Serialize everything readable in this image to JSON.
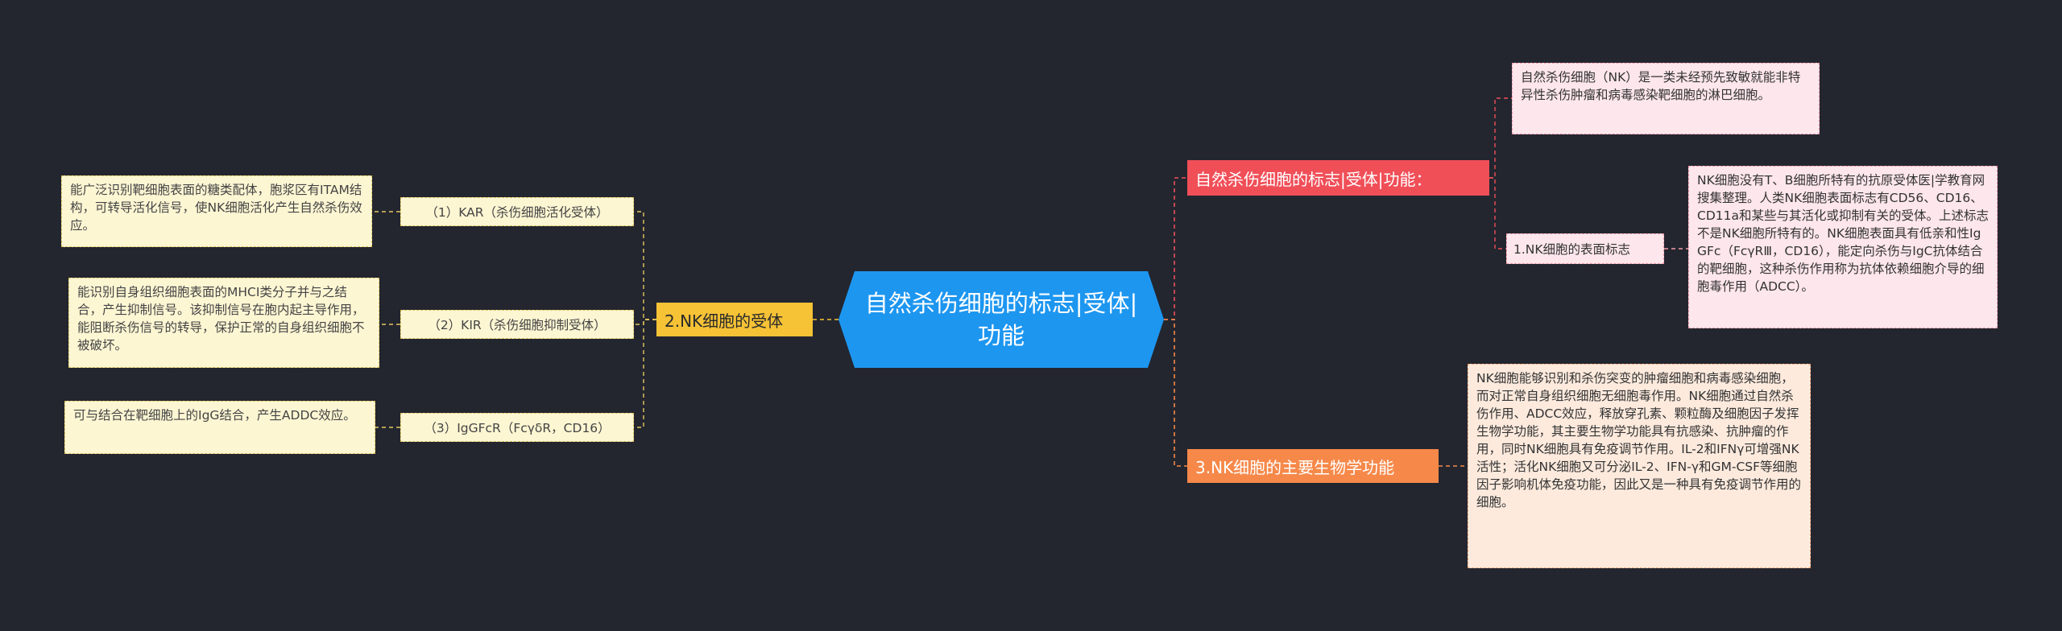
{
  "central": {
    "line1": "自然杀伤细胞的标志|受体|",
    "line2": "功能"
  },
  "branches": {
    "markers": "自然杀伤细胞的标志|受体|功能：",
    "receptors": "2.NK细胞的受体",
    "functions": "3.NK细胞的主要生物学功能"
  },
  "markers_children": {
    "definition": "自然杀伤细胞（NK）是一类未经预先致敏就能非特异性杀伤肿瘤和病毒感染靶细胞的淋巴细胞。",
    "surface_marker_label": "1.NK细胞的表面标志",
    "surface_marker_text": "NK细胞没有T、B细胞所特有的抗原受体医|学教育网搜集整理。人类NK细胞表面标志有CD56、CD16、CD11a和某些与其活化或抑制有关的受体。上述标志不是NK细胞所特有的。NK细胞表面具有低亲和性IgGFc（FcγRⅢ，CD16），能定向杀伤与IgC抗体结合的靶细胞，这种杀伤作用称为抗体依赖细胞介导的细胞毒作用（ADCC）。"
  },
  "functions_children": {
    "text": "NK细胞能够识别和杀伤突变的肿瘤细胞和病毒感染细胞，而对正常自身组织细胞无细胞毒作用。NK细胞通过自然杀伤作用、ADCC效应，释放穿孔素、颗粒酶及细胞因子发挥生物学功能，其主要生物学功能具有抗感染、抗肿瘤的作用，同时NK细胞具有免疫调节作用。IL-2和IFNγ可增强NK活性；活化NK细胞又可分泌IL-2、IFN-γ和GM-CSF等细胞因子影响机体免疫功能，因此又是一种具有免疫调节作用的细胞。"
  },
  "receptors_children": {
    "kar_label": "（1）KAR（杀伤细胞活化受体）",
    "kar_text": "能广泛识别靶细胞表面的糖类配体，胞浆区有ITAM结构，可转导活化信号，使NK细胞活化产生自然杀伤效应。",
    "kir_label": "（2）KIR（杀伤细胞抑制受体）",
    "kir_text": "能识别自身组织细胞表面的MHCⅠ类分子并与之结合，产生抑制信号。该抑制信号在胞内起主导作用，能阻断杀伤信号的转导，保护正常的自身组织细胞不被破坏。",
    "igg_label": "（3）IgGFcR（FcγδR，CD16）",
    "igg_text": "可与结合在靶细胞上的IgG结合，产生ADDC效应。"
  },
  "colors": {
    "background": "#23262f",
    "central": "#1d96f0",
    "branch_red": "#f04f58",
    "branch_yellow": "#f6c236",
    "branch_orange": "#f6894a"
  }
}
